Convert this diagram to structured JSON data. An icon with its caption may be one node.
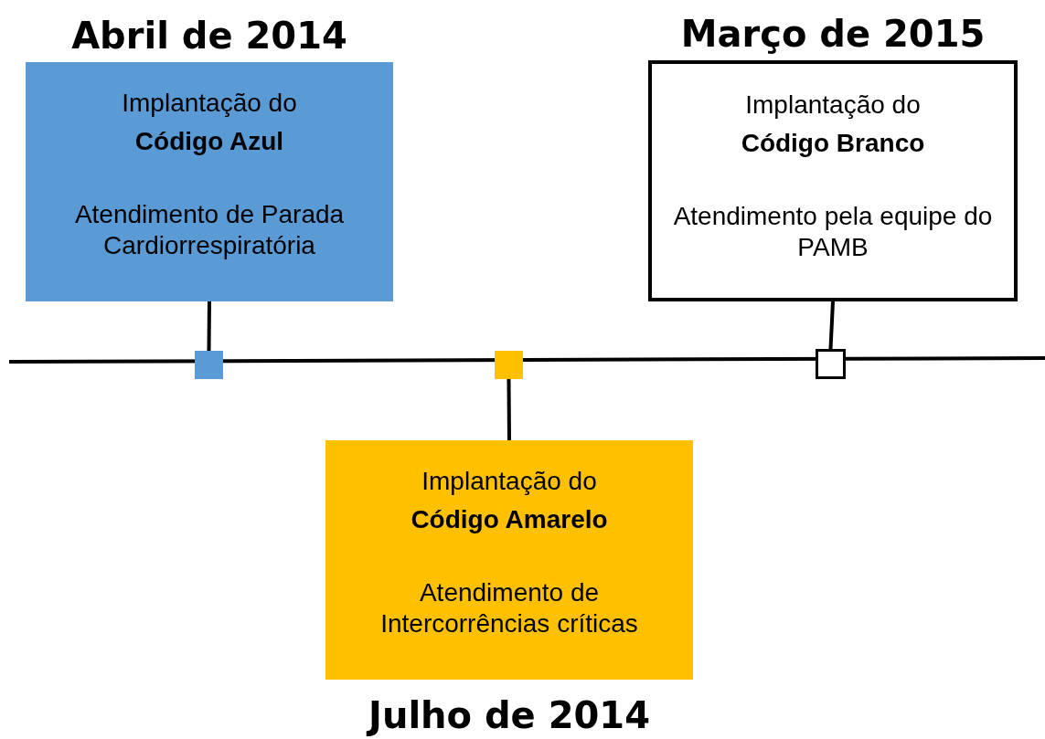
{
  "diagram": {
    "nodes": [
      {
        "text": [
          "Abril de 2014",
          "Implantação do **Código Azul**",
          "Atendimento de Parada Cardiorrespiratória"
        ]
      },
      {
        "text": [
          "Março de 2015",
          "Implantação do **Código Branco**",
          "Atendimento pela equipe do PAMB"
        ]
      },
      {
        "text": [],
        "shape": "box"
      },
      {
        "text": [],
        "shape": "box"
      },
      {
        "text": [],
        "shape": "box"
      },
      {
        "text": [
          "Implantação do **Código Amarelo**",
          "Atendimento de Intercorrências críticas",
          "Julho de 2014"
        ]
      }
    ],
    "edges": [
      {
        "from": 0,
        "to": 2,
        "arrow": "none"
      },
      {
        "from": 1,
        "to": 4,
        "arrow": "none"
      },
      {
        "from": 3,
        "to": 5,
        "arrow": "none"
      }
    ]
  }
}
